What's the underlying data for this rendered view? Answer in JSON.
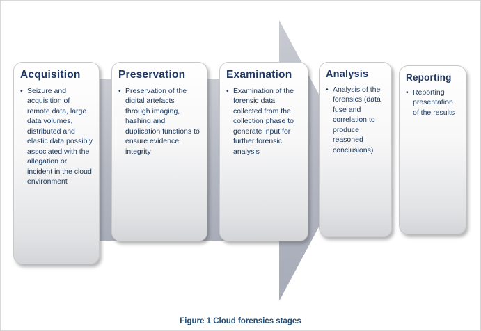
{
  "diagram": {
    "stages": [
      {
        "title": "Acquisition",
        "bullet_marker": "•",
        "bullet": "Seizure and acquisition of remote data, large data volumes, distributed and elastic data possibly associated with the allegation or incident in the cloud environment"
      },
      {
        "title": "Preservation",
        "bullet_marker": "•",
        "bullet": "Preservation of the digital artefacts through imaging, hashing and duplication functions to ensure evidence integrity"
      },
      {
        "title": "Examination",
        "bullet_marker": "•",
        "bullet": "Examination of the forensic data collected from the collection phase to generate input for further forensic analysis"
      },
      {
        "title": "Analysis",
        "bullet_marker": "•",
        "bullet": "Analysis of the forensics (data fuse and correlation to produce reasoned conclusions)"
      },
      {
        "title": "Reporting",
        "bullet_marker": "•",
        "bullet": "Reporting presentation of the results"
      }
    ],
    "caption": "Figure 1 Cloud forensics stages",
    "colors": {
      "title_text": "#1f3864",
      "body_text": "#17365d",
      "arrow_fill": "#b4b8c2",
      "caption_text": "#1f4e79"
    }
  }
}
